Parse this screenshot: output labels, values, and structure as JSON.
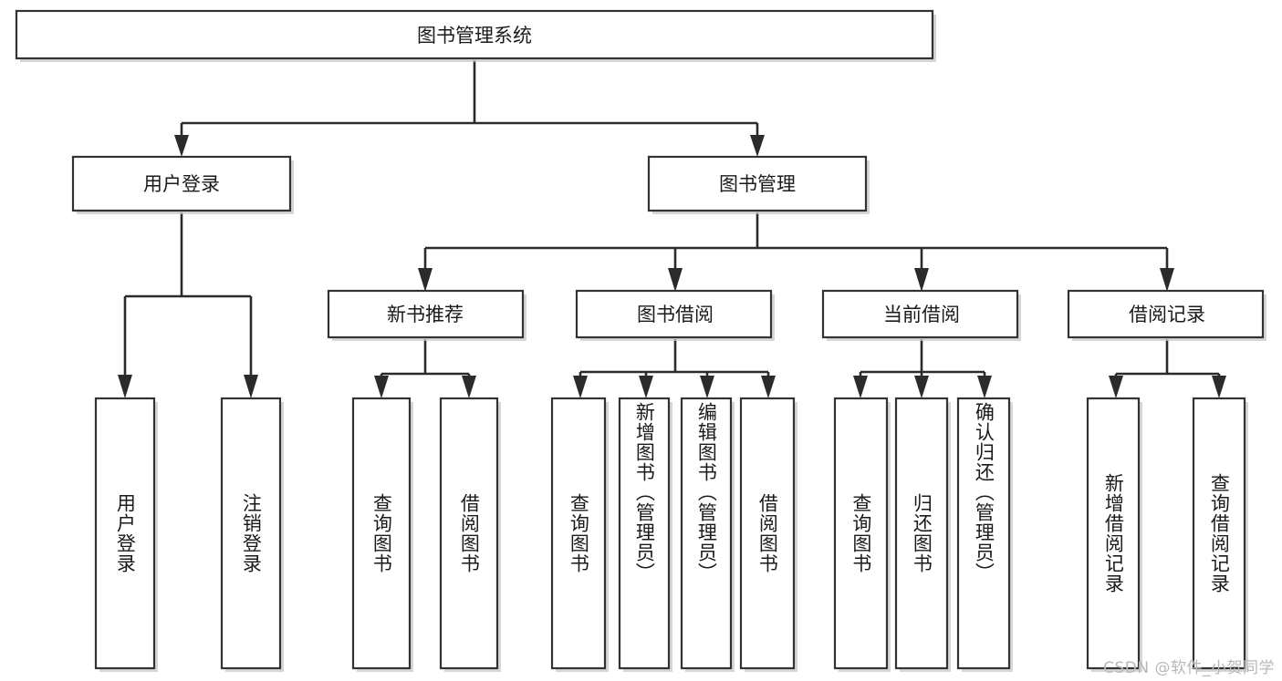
{
  "diagram": {
    "title": "图书管理系统",
    "type": "function-structure-tree",
    "colors": {
      "box_stroke": "#333333",
      "box_fill": "#ffffff",
      "connector": "#2b2b2b",
      "text": "#1a1a1a",
      "watermark": "#b8b8b8",
      "background": "#ffffff"
    },
    "root": {
      "label": "图书管理系统"
    },
    "level2": [
      {
        "label": "用户登录"
      },
      {
        "label": "图书管理"
      }
    ],
    "level3": [
      {
        "label": "新书推荐"
      },
      {
        "label": "图书借阅"
      },
      {
        "label": "当前借阅"
      },
      {
        "label": "借阅记录"
      }
    ],
    "leaves_user_login": [
      {
        "label": "用户登录"
      },
      {
        "label": "注销登录"
      }
    ],
    "leaves_new_book": [
      {
        "label": "查询图书"
      },
      {
        "label": "借阅图书"
      }
    ],
    "leaves_borrow": [
      {
        "label": "查询图书"
      },
      {
        "label": "新增图书（管理员）"
      },
      {
        "label": "编辑图书（管理员）"
      },
      {
        "label": "借阅图书"
      }
    ],
    "leaves_current": [
      {
        "label": "查询图书"
      },
      {
        "label": "归还图书"
      },
      {
        "label": "确认归还（管理员）"
      }
    ],
    "leaves_record": [
      {
        "label": "新增借阅记录"
      },
      {
        "label": "查询借阅记录"
      }
    ],
    "watermark": "CSDN @软件_小贺同学"
  }
}
